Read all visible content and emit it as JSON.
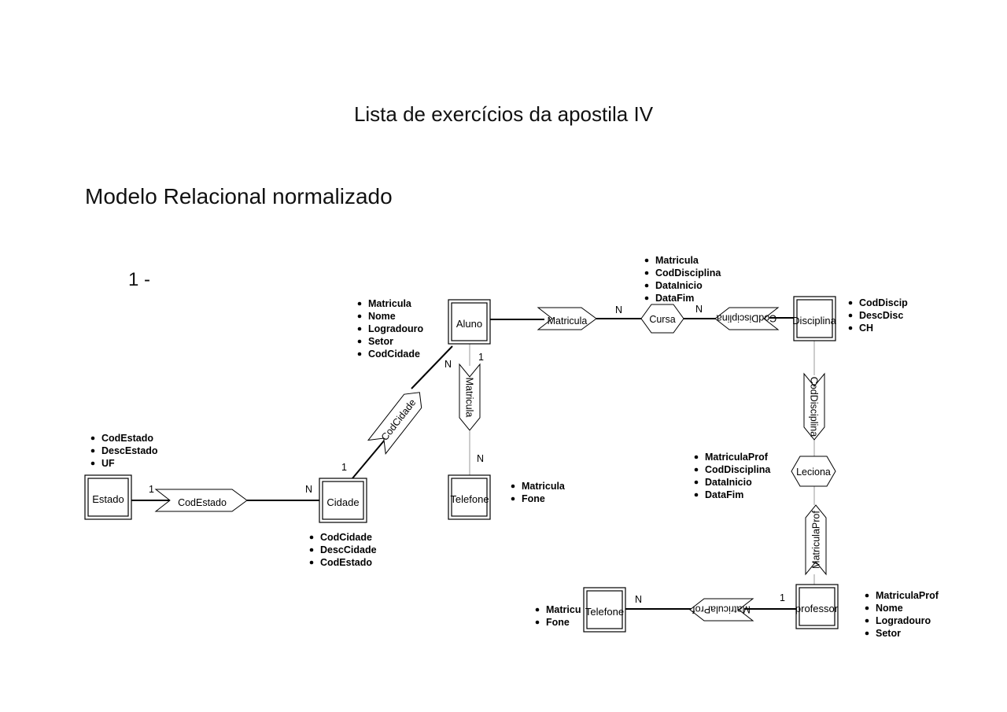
{
  "page": {
    "title": "Lista de exercícios da apostila IV",
    "section": "Modelo Relacional normalizado",
    "exercise": "1 -"
  },
  "entities": {
    "estado": "Estado",
    "cidade": "Cidade",
    "aluno": "Aluno",
    "telefone_aluno": "Telefone",
    "disciplina": "Disciplina",
    "professor": "professor",
    "telefone_prof": "Telefone"
  },
  "relationships": {
    "codestado": "CodEstado",
    "codcidade": "CodCidade",
    "matricula_aluno_curso": "Matricula",
    "cursa": "Cursa",
    "coddisciplina_top": "CodDisciplina",
    "matricula_telefone": "Matricula",
    "coddisciplina_leciona": "CodDisciplina",
    "leciona": "Leciona",
    "matriculaprof_vertical": "MatriculaProf",
    "matriculaprof_telefone": "MatriculaProf"
  },
  "cardinalities": {
    "estado_codestado": "1",
    "cidade_codestado": "N",
    "cidade_codcidade": "1",
    "aluno_codcidade": "N",
    "aluno_matricula": "1",
    "telefone_matricula": "N",
    "cursa_left": "N",
    "cursa_right": "N",
    "telprof_n": "N",
    "prof_1": "1"
  },
  "attributes": {
    "estado": [
      "CodEstado",
      "DescEstado",
      "UF"
    ],
    "cidade": [
      "CodCidade",
      "DescCidade",
      "CodEstado"
    ],
    "aluno": [
      "Matricula",
      "Nome",
      "Logradouro",
      "Setor",
      "CodCidade"
    ],
    "telefone_aluno": [
      "Matricula",
      "Fone"
    ],
    "cursa": [
      "Matricula",
      "CodDisciplina",
      "DataInicio",
      "DataFim"
    ],
    "disciplina": [
      "CodDiscip",
      "DescDisc",
      "CH"
    ],
    "leciona": [
      "MatriculaProf",
      "CodDisciplina",
      "DataInicio",
      "DataFim"
    ],
    "professor": [
      "MatriculaProf",
      "Nome",
      "Logradouro",
      "Setor"
    ],
    "telefone_prof": [
      "Matricu",
      "Fone"
    ]
  }
}
